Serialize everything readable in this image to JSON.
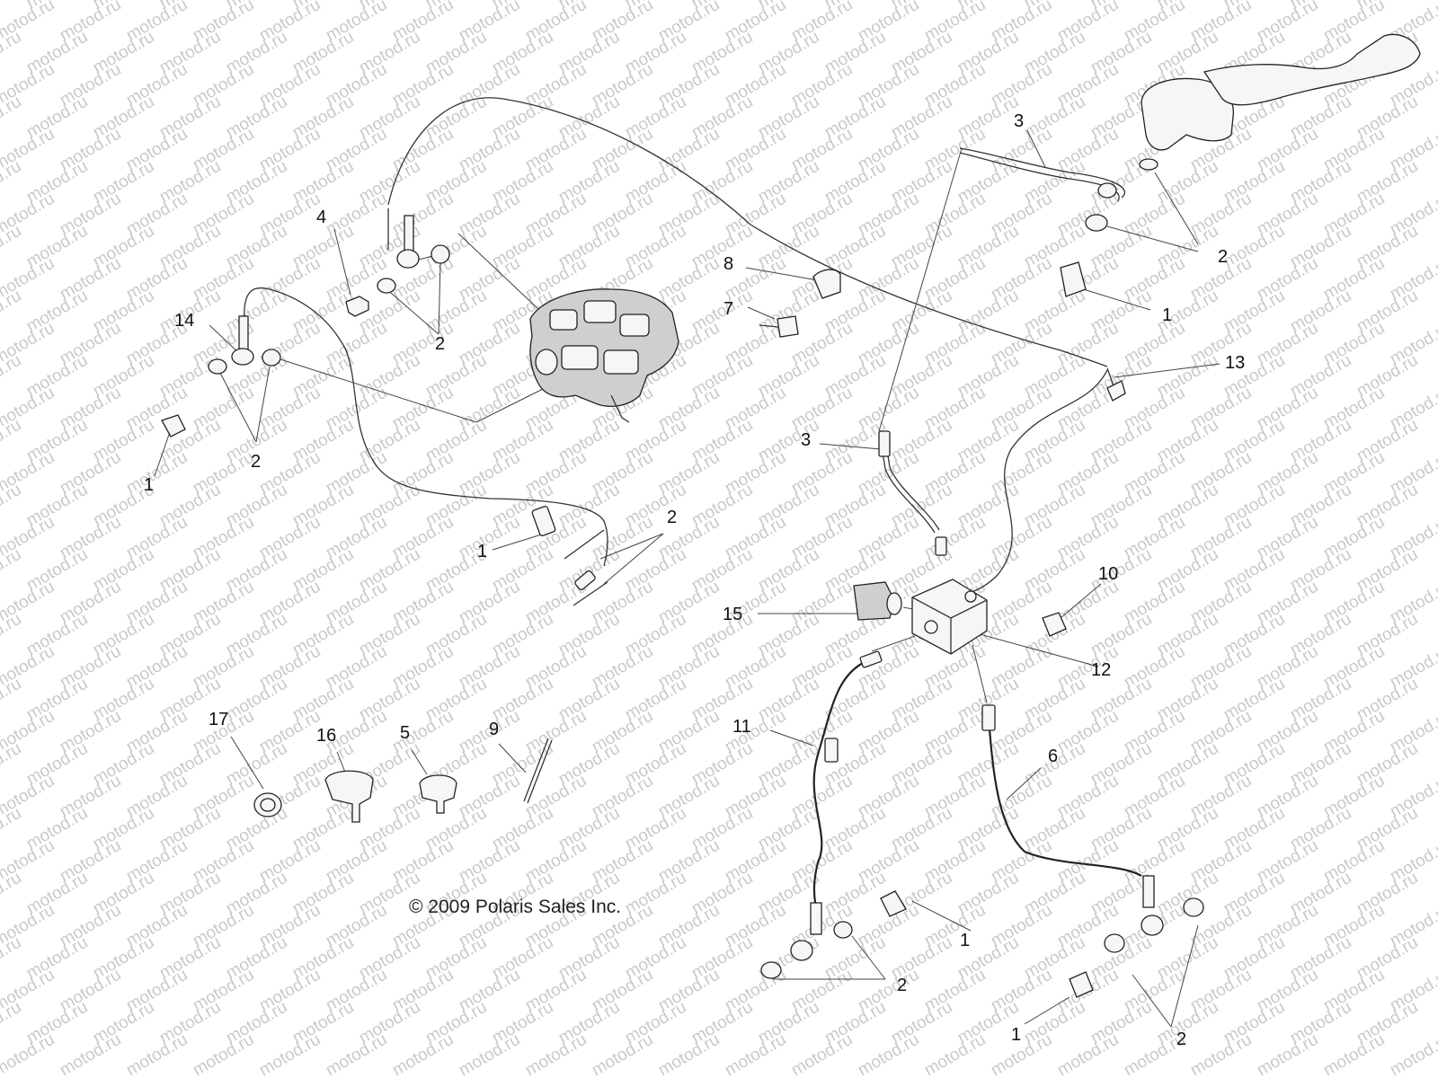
{
  "watermark_text": "motod.ru",
  "copyright": "© 2009 Polaris Sales Inc.",
  "callouts": {
    "c1_a": "1",
    "c1_b": "1",
    "c1_c": "1",
    "c1_d": "1",
    "c1_e": "1",
    "c2_a": "2",
    "c2_b": "2",
    "c2_c": "2",
    "c2_d": "2",
    "c2_e": "2",
    "c2_f": "2",
    "c3_a": "3",
    "c3_b": "3",
    "c4": "4",
    "c5": "5",
    "c6": "6",
    "c7": "7",
    "c8": "8",
    "c9": "9",
    "c10": "10",
    "c11": "11",
    "c12": "12",
    "c13": "13",
    "c14": "14",
    "c15": "15",
    "c16": "16",
    "c17": "17"
  }
}
